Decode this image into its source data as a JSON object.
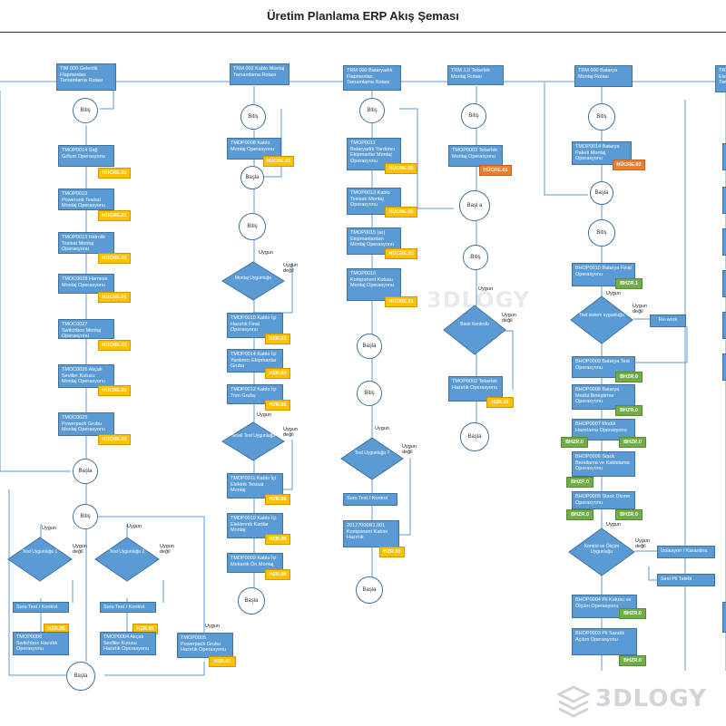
{
  "title": "Üretim Planlama ERP Akış Şeması",
  "watermark": "3DLOGY",
  "labels": {
    "bitis": "Bitiş",
    "basla": "Başla",
    "basla_break": "Başl a",
    "uygun": "Uygun",
    "uygun_degil": "Uygun değil",
    "rework": "Re-work"
  },
  "top_boxes": [
    "TIM 000 Gelenlik Flapmenlan Tamamlama Rotası",
    "TRM 002 Kablo Montaj Tamamlama Rotası",
    "TRM 000 Bataryadık Flapmenlan Tamamlama Rotası",
    "TRM 1.0 Tekerlek Montaj Rotası",
    "TRM 000 Batarya Montaj Rotası",
    "TRM Ele Tam"
  ],
  "col1": [
    {
      "text": "TMOP0014 Sağ Gölum Operasyonu",
      "tag": "HÜCRE.01"
    },
    {
      "text": "TMOP0010 Powerunit Tesisat Montaj Operasyonu",
      "tag": "HÜCRE.01"
    },
    {
      "text": "TMOP0013 Hidrolik Tesisat Montaj Operasyonu",
      "tag": "HÜCRE.01"
    },
    {
      "text": "TMOC0028 Harness Montaj Operasyonu",
      "tag": "HÜCRE.01"
    },
    {
      "text": "TMOC0027 Switchbox Montaj Operasyonu",
      "tag": "HÜCRE.02"
    },
    {
      "text": "TMOC0026 Akçalı Sevliler Kutusu Montaj Operasyonu",
      "tag": "HÜCRE.01"
    },
    {
      "text": "TMOC0025 Powerpack Grubu Montaj Operasyonu",
      "tag": "HÜCRE.01"
    }
  ],
  "col2": [
    {
      "text": "TMDP0008 Kablo Montaj Operasyonu",
      "tag": "HÜCRE.01"
    },
    {
      "text": "TMDP0010 Kablo İçi Hazırlık Final Operasyonu",
      "tag": "HZR.03"
    },
    {
      "text": "TMDP0014 Kablo İçi Yardımcı Ekipmanlar Grubu",
      "tag": "HZR.03"
    },
    {
      "text": "TMDP0012 Kablo İçi Trim Grubu",
      "tag": "HZR.08"
    },
    {
      "text": "TMDP0011 Kablo İçi Elektrik Tesisat Montaj",
      "tag": "HZR.08"
    },
    {
      "text": "TMDP0010 Kablo İçi Elektronik Kartlar Montaj",
      "tag": "HZR.08"
    },
    {
      "text": "TMDP0009 Kablo İçi Mekanik Ön Montaj",
      "tag": "HZR.08"
    }
  ],
  "col3": [
    {
      "text": "TMOP0011 Bataryadık Yardımcı Ekipmanlar Montaj Operasyonu",
      "tag": "HÜCRE.01"
    },
    {
      "text": "TMOP0013 Kablo Tesisatı Montaj Operasyonu",
      "tag": "HÜCRE.01"
    },
    {
      "text": "TMOP0015 (ar) Ekipmanlardan Montaj Operasyonu",
      "tag": "HÜCRE.01"
    },
    {
      "text": "TMOP0010 Komponent Kutusu Montaj Operasyonu",
      "tag": "HÜCRE.01"
    },
    {
      "text": "Suru Test / Kontrol",
      "tag": ""
    },
    {
      "text": "20127000R1.001 Komponent Kabini Hazırlık",
      "tag": "HZR.09"
    }
  ],
  "col4": [
    {
      "text": "TMOP0003 Tekerlek Montaj Operasyonu",
      "tag": "HÜCRE.01"
    },
    {
      "text": "TMOP0002 Tekerlek Hazırlık Operasyonu",
      "tag": "HZR.10"
    }
  ],
  "col5": [
    {
      "text": "TMOP0014 Batarya Paketi Montaj Operasyonu",
      "tag": "HÜCRE.02"
    },
    {
      "text": "BHOP0010 Batarya Final Operasyonu",
      "tag": "BHZR.1"
    },
    {
      "text": "BHOP0009 Batarya Test Operasyonu",
      "tag": "BHZR.0"
    },
    {
      "text": "BHOP0008 Batarya Modül Birleştirme Operasyonu",
      "tag": "BHZR.0"
    },
    {
      "text": "BHOP0007 Modül Hazırlama Operasyonu",
      "tag": "BHZR.0"
    },
    {
      "text": "BHOP0006 Stack Barailama ve Kablolama Operasyonu",
      "tag": "BHZR.0"
    },
    {
      "text": "BHOP0005 Stack Dizme Operasyonu",
      "tag": "BHZR.0"
    },
    {
      "text": "BHOP0004 Pil Kutusu ve Ölçüm Operasyonu",
      "tag": "BHZR.0"
    },
    {
      "text": "BHOP0003 Pil Sandık Açılım Operasyonu",
      "tag": "BHZR.0"
    }
  ],
  "col5_side": [
    "İzolasyon / Karantina",
    "Sevi Pil Talebi"
  ],
  "bottom": [
    {
      "text": "Suru Test / Kontrol",
      "tag": ""
    },
    {
      "text": "TMOP0006 Switchbox Hazırlık Operasyonu",
      "tag": "HZR.05"
    },
    {
      "text": "Suru Test / Kontrol",
      "tag": ""
    },
    {
      "text": "TMOP0004 Akçalı Sevliler Kutusu Hazırlık Operasyonu",
      "tag": "HZR.05"
    },
    {
      "text": "TMOP0005 Powerpack Grubu Hazırlık Operasyonu",
      "tag": "HZR.07"
    }
  ],
  "decisions": {
    "d1": "Montaj Uygunluğu",
    "d2": "Sesel Test Uygunluğu",
    "d3": "Test Uygunluğu ?",
    "d4": "Batık Kontrolü",
    "d5": "Test sistem uygunluğu",
    "d6": "Kontrol ve Ölçüm Uygunluğu",
    "d7": "Test Uygunluğu 1",
    "d8": "Test Uygunluğu 2"
  }
}
